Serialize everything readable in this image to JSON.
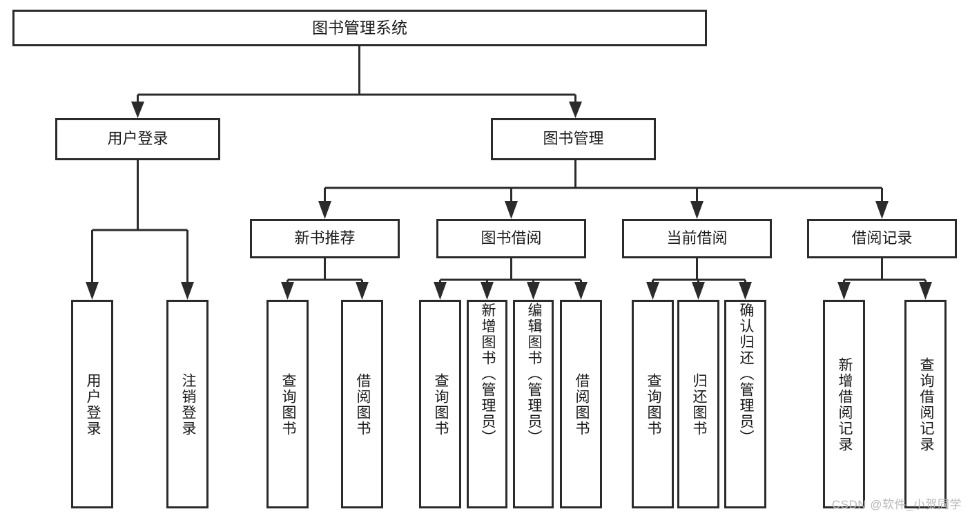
{
  "diagram": {
    "title": "图书管理系统",
    "type": "hierarchy-tree",
    "orientation": "top-down",
    "root": {
      "id": "root",
      "label": "图书管理系统",
      "text_direction": "horizontal"
    },
    "level2": [
      {
        "id": "user-login",
        "label": "用户登录",
        "text_direction": "horizontal"
      },
      {
        "id": "book-management",
        "label": "图书管理",
        "text_direction": "horizontal"
      }
    ],
    "level3": [
      {
        "id": "new-book-recommend",
        "label": "新书推荐",
        "text_direction": "horizontal",
        "parent": "book-management"
      },
      {
        "id": "book-borrow",
        "label": "图书借阅",
        "text_direction": "horizontal",
        "parent": "book-management"
      },
      {
        "id": "current-borrow",
        "label": "当前借阅",
        "text_direction": "horizontal",
        "parent": "book-management"
      },
      {
        "id": "borrow-record",
        "label": "借阅记录",
        "text_direction": "horizontal",
        "parent": "book-management"
      }
    ],
    "leaves": [
      {
        "id": "leaf-user-login",
        "label": "用户登录",
        "text_direction": "vertical",
        "parent": "user-login"
      },
      {
        "id": "leaf-logout-login",
        "label": "注销登录",
        "text_direction": "vertical",
        "parent": "user-login"
      },
      {
        "id": "leaf-query-book-1",
        "label": "查询图书",
        "text_direction": "vertical",
        "parent": "new-book-recommend"
      },
      {
        "id": "leaf-borrow-book-1",
        "label": "借阅图书",
        "text_direction": "vertical",
        "parent": "new-book-recommend"
      },
      {
        "id": "leaf-query-book-2",
        "label": "查询图书",
        "text_direction": "vertical",
        "parent": "book-borrow"
      },
      {
        "id": "leaf-add-book-admin",
        "label": "新增图书（管理员）",
        "text_direction": "vertical",
        "parent": "book-borrow"
      },
      {
        "id": "leaf-edit-book-admin",
        "label": "编辑图书（管理员）",
        "text_direction": "vertical",
        "parent": "book-borrow"
      },
      {
        "id": "leaf-borrow-book-2",
        "label": "借阅图书",
        "text_direction": "vertical",
        "parent": "book-borrow"
      },
      {
        "id": "leaf-query-book-3",
        "label": "查询图书",
        "text_direction": "vertical",
        "parent": "current-borrow"
      },
      {
        "id": "leaf-return-book",
        "label": "归还图书",
        "text_direction": "vertical",
        "parent": "current-borrow"
      },
      {
        "id": "leaf-confirm-return-admin",
        "label": "确认归还（管理员）",
        "text_direction": "vertical",
        "parent": "current-borrow"
      },
      {
        "id": "leaf-add-borrow-record",
        "label": "新增借阅记录",
        "text_direction": "vertical",
        "parent": "borrow-record"
      },
      {
        "id": "leaf-query-borrow-record",
        "label": "查询借阅记录",
        "text_direction": "vertical",
        "parent": "borrow-record"
      }
    ],
    "colors": {
      "stroke": "#2b2b2b",
      "box_fill": "#ffffff",
      "text": "#1a1a1a",
      "background": "#ffffff",
      "watermark": "#b8b8b8"
    }
  },
  "watermark": {
    "text": "CSDN @软件_小贺同学"
  }
}
